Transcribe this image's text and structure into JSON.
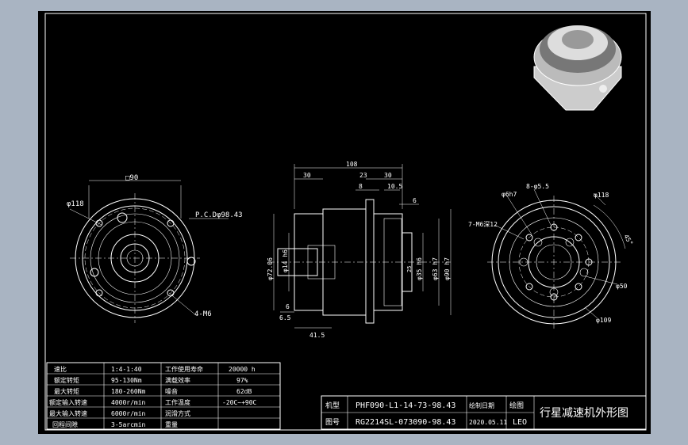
{
  "front_view": {
    "dim_square": "□90",
    "dim_dia": "φ118",
    "pcd": "P.C.Dφ98.43",
    "holes": "4-M6"
  },
  "side_view": {
    "overall": "108",
    "d30a": "30",
    "d23": "23",
    "d30b": "30",
    "d8": "8",
    "d10_5": "10.5",
    "d6a": "6",
    "d72_06": "φ72.06",
    "d14_h6": "φ14 h6",
    "d35_h6": "φ35 h6",
    "d63_h7": "φ63 h7",
    "d90_h7": "φ90 h7",
    "d25": "25",
    "d6b": "6",
    "d6_5": "6.5",
    "d41_5": "41.5"
  },
  "rear_view": {
    "m5": "8-φ5.5",
    "d7": "φ6h7",
    "d118": "φ118",
    "tap": "7-M6深12",
    "d50": "φ50",
    "d109": "φ109",
    "ang": "45°"
  },
  "spec_table": {
    "rows": [
      {
        "l1": "速比",
        "v1": "1:4-1:40",
        "l2": "工作使用寿命",
        "v2": "20000 h"
      },
      {
        "l1": "额定转矩",
        "v1": "95-130Nm",
        "l2": "满载效率",
        "v2": "97%"
      },
      {
        "l1": "最大转矩",
        "v1": "180-260Nm",
        "l2": "噪音",
        "v2": "62dB"
      },
      {
        "l1": "额定输入转速",
        "v1": "4000r/min",
        "l2": "工作温度",
        "v2": "-20C~+90C"
      },
      {
        "l1": "最大输入转速",
        "v1": "6000r/min",
        "l2": "润滑方式",
        "v2": ""
      },
      {
        "l1": "回程间隙",
        "v1": "3-5arcmin",
        "l2": "重量",
        "v2": ""
      }
    ]
  },
  "title_block": {
    "model_label": "机型",
    "model_value": "PHF090-L1-14-73-98.43",
    "date_label": "绘制日期",
    "date_value": "2020.05.11",
    "drawer_label": "绘图",
    "drawer_value": "LEO",
    "number_label": "图号",
    "number_value": "RG2214SL-073090-98.43",
    "title": "行星减速机外形图"
  },
  "colors": {
    "background": "#000000",
    "lines": "#ffffff",
    "window": "#a9b4c2"
  }
}
